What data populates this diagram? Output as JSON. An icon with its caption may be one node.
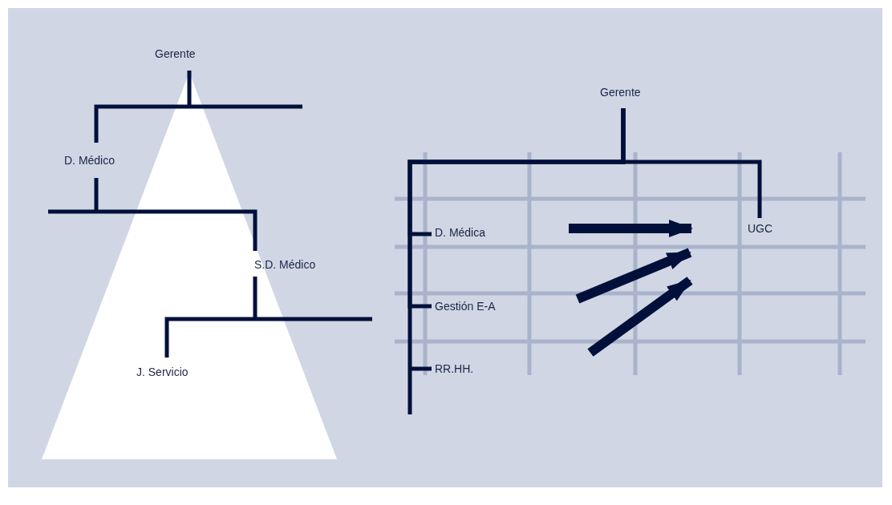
{
  "diagram": {
    "nodes": [
      {
        "text": [
          "Gerente"
        ]
      },
      {
        "text": [
          "D. Médico"
        ]
      },
      {
        "text": [
          "S.D. Médico"
        ]
      },
      {
        "text": [
          "J. Servicio"
        ]
      },
      {
        "text": [
          "Gerente"
        ]
      },
      {
        "text": [
          "D. Médica"
        ]
      },
      {
        "text": [
          "Gestión E-A"
        ]
      },
      {
        "text": [
          "RR.HH."
        ]
      },
      {
        "text": [
          "UGC"
        ]
      }
    ],
    "edges": [
      {
        "from": 0,
        "to": 1,
        "arrow": "none"
      },
      {
        "from": 1,
        "to": 2,
        "arrow": "none"
      },
      {
        "from": 2,
        "to": 3,
        "arrow": "none"
      },
      {
        "from": 4,
        "to": 5,
        "arrow": "none"
      },
      {
        "from": 4,
        "to": 6,
        "arrow": "none"
      },
      {
        "from": 4,
        "to": 7,
        "arrow": "none"
      },
      {
        "from": 4,
        "to": 8,
        "arrow": "none"
      },
      {
        "from": null,
        "to": 8,
        "arrow": "to",
        "style": "thick"
      },
      {
        "from": null,
        "to": 8,
        "arrow": "to",
        "style": "thick"
      },
      {
        "from": null,
        "to": 8,
        "arrow": "to",
        "style": "thick"
      }
    ]
  }
}
